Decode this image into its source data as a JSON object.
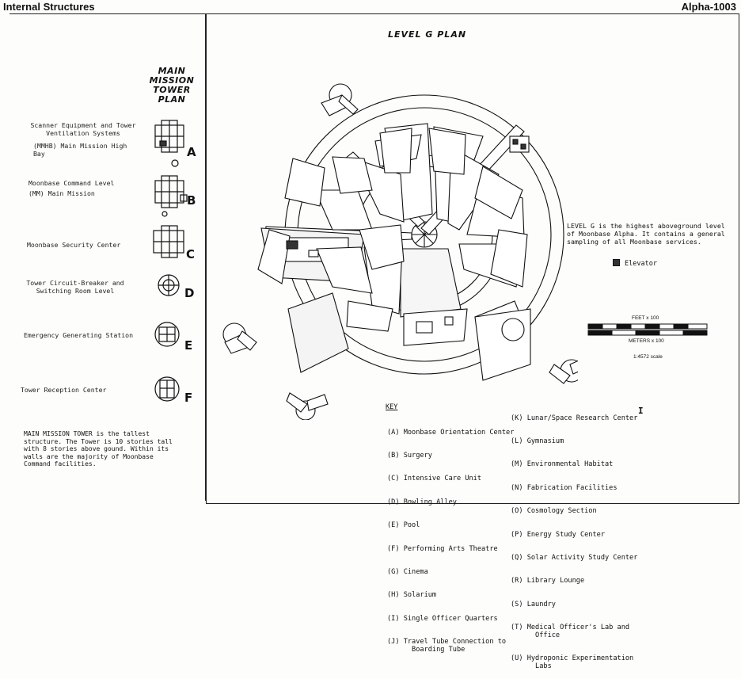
{
  "header": {
    "left_title": "Internal Structures",
    "right_title": "Alpha-1003"
  },
  "tower": {
    "stack_title": [
      "MAIN",
      "MISSION",
      "TOWER",
      "PLAN"
    ],
    "levels": [
      {
        "letter": "A",
        "label": "Scanner Equipment and Tower Ventilation Systems",
        "sublabel": "(MMHB) Main Mission High Bay"
      },
      {
        "letter": "B",
        "label": "Moonbase Command Level",
        "sublabel": "(MM) Main Mission"
      },
      {
        "letter": "C",
        "label": "Moonbase Security Center",
        "sublabel": ""
      },
      {
        "letter": "D",
        "label": "Tower Circuit-Breaker and Switching Room Level",
        "sublabel": ""
      },
      {
        "letter": "E",
        "label": "Emergency Generating Station",
        "sublabel": ""
      },
      {
        "letter": "F",
        "label": "Tower Reception Center",
        "sublabel": ""
      }
    ],
    "description": "MAIN MISSION TOWER is the tallest structure. The Tower is 10 stories tall with 8 stories above gound. Within its walls are the majority of Moonbase Command facilities."
  },
  "plan": {
    "title": "LEVEL G PLAN",
    "info": "LEVEL G is the highest aboveground level of Moonbase Alpha. It contains a general sampling of all Moonbase services.",
    "elevator_label": "Elevator",
    "scale": {
      "feet_label": "FEET x 100",
      "meters_label": "METERS x 100",
      "ratio_label": "1:4572 scale"
    },
    "key_title": "KEY",
    "key_col_1": [
      "(A) Moonbase Orientation Center",
      "(B) Surgery",
      "(C) Intensive Care Unit",
      "(D) Bowling Alley",
      "(E) Pool",
      "(F) Performing Arts Theatre",
      "(G) Cinema",
      "(H) Solarium",
      "(I) Single Officer Quarters",
      "(J) Travel Tube Connection to\n      Boarding Tube"
    ],
    "key_col_2": [
      "(K) Lunar/Space Research Center",
      "(L) Gymnasium",
      "(M) Environmental Habitat",
      "(N) Fabrication Facilities",
      "(O) Cosmology Section",
      "(P) Energy Study Center",
      "(Q) Solar Activity Study Center",
      "(R) Library Lounge",
      "(S) Laundry",
      "(T) Medical Officer's Lab and\n      Office",
      "(U) Hydroponic Experimentation\n      Labs"
    ],
    "tick_mark": "I"
  }
}
